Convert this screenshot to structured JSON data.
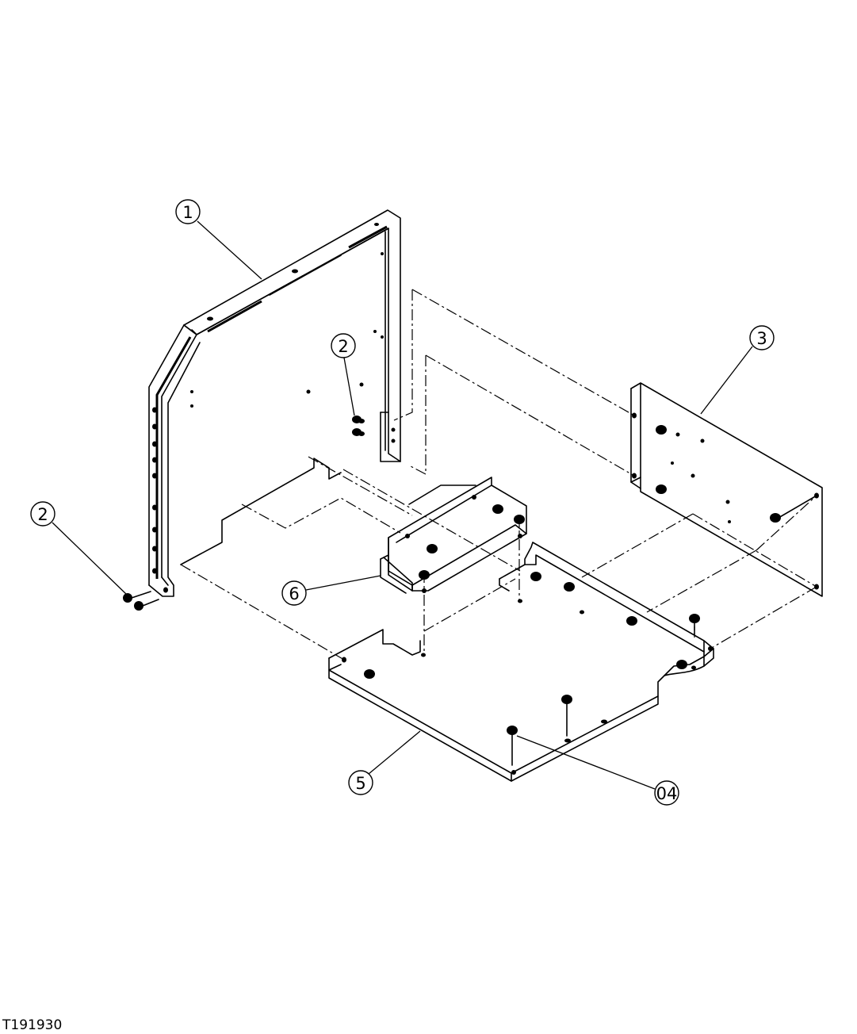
{
  "figure_id": "T191930",
  "callouts": [
    {
      "label": "1"
    },
    {
      "label": "2"
    },
    {
      "label": "2"
    },
    {
      "label": "3"
    },
    {
      "label": "6"
    },
    {
      "label": "5"
    },
    {
      "label": "04"
    }
  ],
  "parts": [
    {
      "callout": "1",
      "shape": "inverted-L bracket frame"
    },
    {
      "callout": "2",
      "shape": "bolt pair"
    },
    {
      "callout": "3",
      "shape": "angled side plate"
    },
    {
      "callout": "5",
      "shape": "base plate"
    },
    {
      "callout": "6",
      "shape": "angle bracket"
    },
    {
      "callout": "04",
      "shape": "standoff bolts"
    }
  ]
}
